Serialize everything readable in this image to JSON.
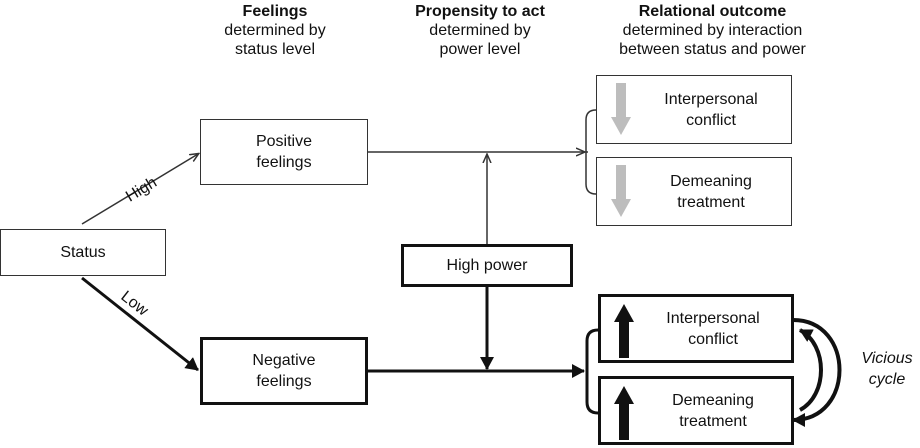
{
  "headers": {
    "feelings": {
      "title": "Feelings",
      "sub1": "determined by",
      "sub2": "status level"
    },
    "propensity": {
      "title": "Propensity to act",
      "sub1": "determined by",
      "sub2": "power level"
    },
    "relational": {
      "title": "Relational outcome",
      "sub1": "determined by interaction",
      "sub2": "between status and power"
    }
  },
  "nodes": {
    "status": "Status",
    "positive": {
      "line1": "Positive",
      "line2": "feelings"
    },
    "negative": {
      "line1": "Negative",
      "line2": "feelings"
    },
    "high_power": "High power"
  },
  "edges": {
    "high": "High",
    "low": "Low"
  },
  "outcomes_top": [
    {
      "line1": "Interpersonal",
      "line2": "conflict",
      "arrow": "down",
      "arrow_color": "#bdbdbd"
    },
    {
      "line1": "Demeaning",
      "line2": "treatment",
      "arrow": "down",
      "arrow_color": "#bdbdbd"
    }
  ],
  "outcomes_bottom": [
    {
      "line1": "Interpersonal",
      "line2": "conflict",
      "arrow": "up",
      "arrow_color": "#111111"
    },
    {
      "line1": "Demeaning",
      "line2": "treatment",
      "arrow": "up",
      "arrow_color": "#111111"
    }
  ],
  "vicious": {
    "line1": "Vicious",
    "line2": "cycle"
  }
}
